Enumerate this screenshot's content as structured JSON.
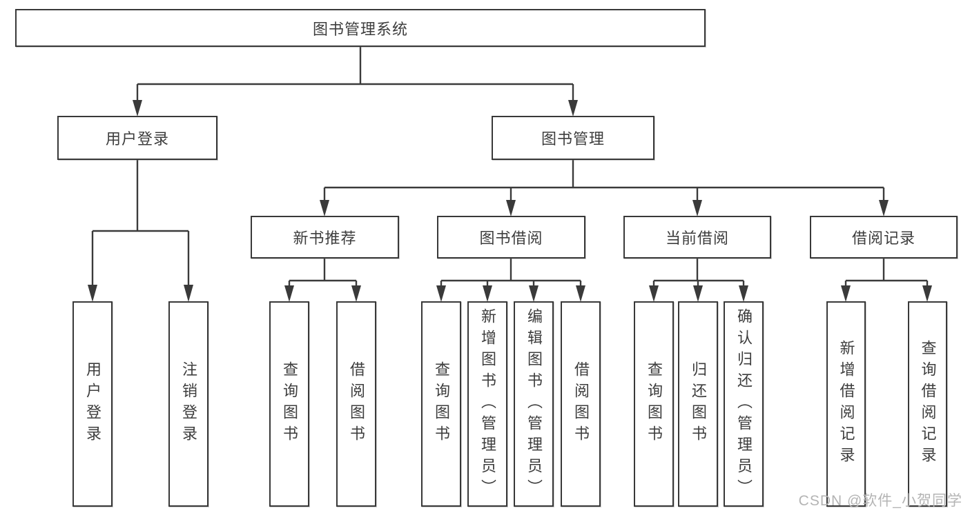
{
  "tree": {
    "root": {
      "label": "图书管理系统",
      "children": [
        {
          "label": "用户登录",
          "children": [
            {
              "label": "用户登录"
            },
            {
              "label": "注销登录"
            }
          ]
        },
        {
          "label": "图书管理",
          "children": [
            {
              "label": "新书推荐",
              "children": [
                {
                  "label": "查询图书"
                },
                {
                  "label": "借阅图书"
                }
              ]
            },
            {
              "label": "图书借阅",
              "children": [
                {
                  "label": "查询图书"
                },
                {
                  "label": "新增图书（管理员）"
                },
                {
                  "label": "编辑图书（管理员）"
                },
                {
                  "label": "借阅图书"
                }
              ]
            },
            {
              "label": "当前借阅",
              "children": [
                {
                  "label": "查询图书"
                },
                {
                  "label": "归还图书"
                },
                {
                  "label": "确认归还（管理员）"
                }
              ]
            },
            {
              "label": "借阅记录",
              "children": [
                {
                  "label": "新增借阅记录"
                },
                {
                  "label": "查询借阅记录"
                }
              ]
            }
          ]
        }
      ]
    }
  },
  "watermark": {
    "text": "CSDN @软件_小贺同学"
  },
  "colors": {
    "line": "#3a3a3a",
    "box_border": "#383838",
    "text": "#3d3d3d",
    "watermark": "#b4b4b4",
    "background": "#ffffff"
  }
}
